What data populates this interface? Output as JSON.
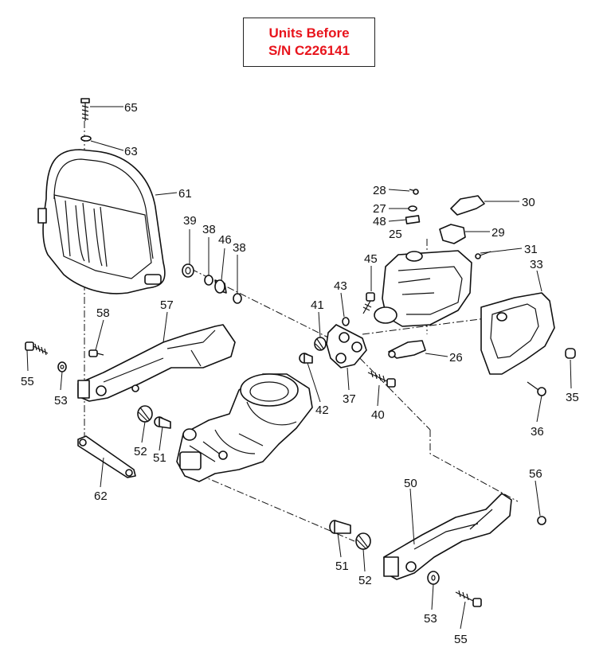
{
  "notice": {
    "line1": "Units  Before",
    "line2": "S/N  C226141",
    "color": "#e8141c"
  },
  "callouts": {
    "c65": "65",
    "c63": "63",
    "c61": "61",
    "c39": "39",
    "c38a": "38",
    "c46": "46",
    "c38b": "38",
    "c28": "28",
    "c27": "27",
    "c48": "48",
    "c25": "25",
    "c30": "30",
    "c29": "29",
    "c31": "31",
    "c33": "33",
    "c45": "45",
    "c43": "43",
    "c41": "41",
    "c58": "58",
    "c57": "57",
    "c55a": "55",
    "c53a": "53",
    "c26": "26",
    "c37": "37",
    "c42": "42",
    "c40": "40",
    "c35": "35",
    "c36": "36",
    "c52a": "52",
    "c51a": "51",
    "c62": "62",
    "c50": "50",
    "c56": "56",
    "c51b": "51",
    "c52b": "52",
    "c53b": "53",
    "c55b": "55"
  }
}
